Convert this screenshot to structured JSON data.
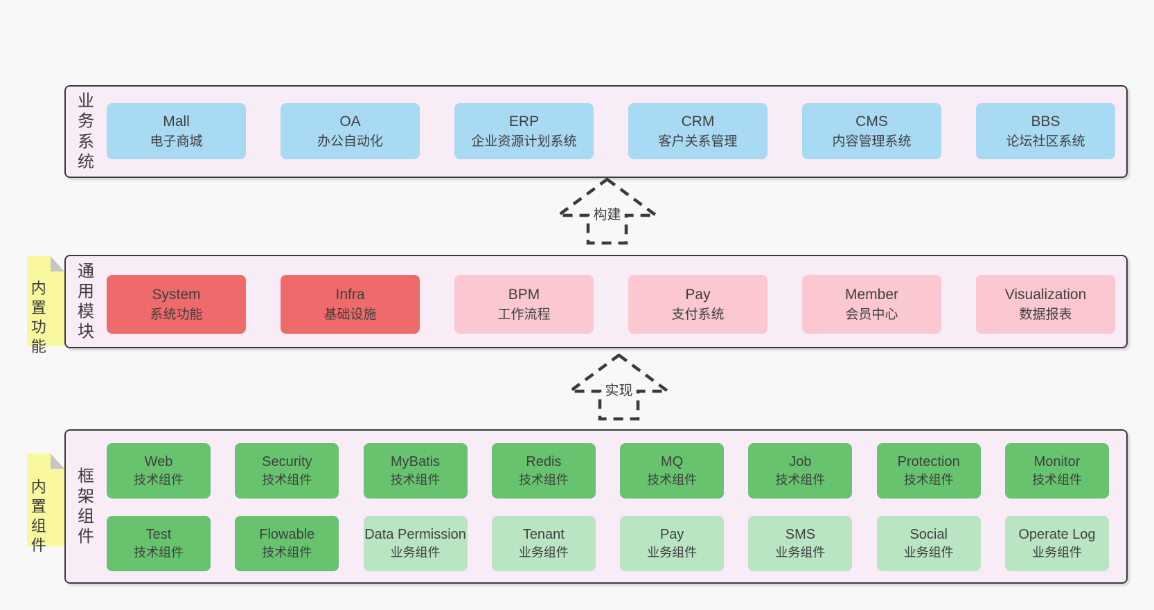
{
  "colors": {
    "page_bg": "#f8f8f8",
    "band_bg": "#f8ecf6",
    "band_border": "#3a3a3a",
    "business_box": "#a9daf3",
    "core_module_box": "#ef6a6b",
    "optional_module_box": "#fbc7d1",
    "tech_component_box": "#67c36d",
    "biz_component_box": "#bae5c2",
    "sticky_note": "#f9f89e"
  },
  "band_business": {
    "label": "业务系统",
    "boxes": [
      {
        "en": "Mall",
        "zh": "电子商城"
      },
      {
        "en": "OA",
        "zh": "办公自动化"
      },
      {
        "en": "ERP",
        "zh": "企业资源计划系统"
      },
      {
        "en": "CRM",
        "zh": "客户关系管理"
      },
      {
        "en": "CMS",
        "zh": "内容管理系统"
      },
      {
        "en": "BBS",
        "zh": "论坛社区系统"
      }
    ]
  },
  "arrow_build": {
    "label": "构建"
  },
  "band_modules": {
    "side_label": "内置功能",
    "label": "通用模块",
    "boxes": [
      {
        "en": "System",
        "zh": "系统功能"
      },
      {
        "en": "Infra",
        "zh": "基础设施"
      },
      {
        "en": "BPM",
        "zh": "工作流程"
      },
      {
        "en": "Pay",
        "zh": "支付系统"
      },
      {
        "en": "Member",
        "zh": "会员中心"
      },
      {
        "en": "Visualization",
        "zh": "数据报表"
      }
    ]
  },
  "arrow_implement": {
    "label": "实现"
  },
  "band_components": {
    "side_label": "内置组件",
    "label": "框架组件",
    "row1": [
      {
        "en": "Web",
        "zh": "技术组件"
      },
      {
        "en": "Security",
        "zh": "技术组件"
      },
      {
        "en": "MyBatis",
        "zh": "技术组件"
      },
      {
        "en": "Redis",
        "zh": "技术组件"
      },
      {
        "en": "MQ",
        "zh": "技术组件"
      },
      {
        "en": "Job",
        "zh": "技术组件"
      },
      {
        "en": "Protection",
        "zh": "技术组件"
      },
      {
        "en": "Monitor",
        "zh": "技术组件"
      }
    ],
    "row2": [
      {
        "en": "Test",
        "zh": "技术组件"
      },
      {
        "en": "Flowable",
        "zh": "技术组件"
      },
      {
        "en": "Data Permission",
        "zh": "业务组件"
      },
      {
        "en": "Tenant",
        "zh": "业务组件"
      },
      {
        "en": "Pay",
        "zh": "业务组件"
      },
      {
        "en": "SMS",
        "zh": "业务组件"
      },
      {
        "en": "Social",
        "zh": "业务组件"
      },
      {
        "en": "Operate Log",
        "zh": "业务组件"
      }
    ]
  }
}
